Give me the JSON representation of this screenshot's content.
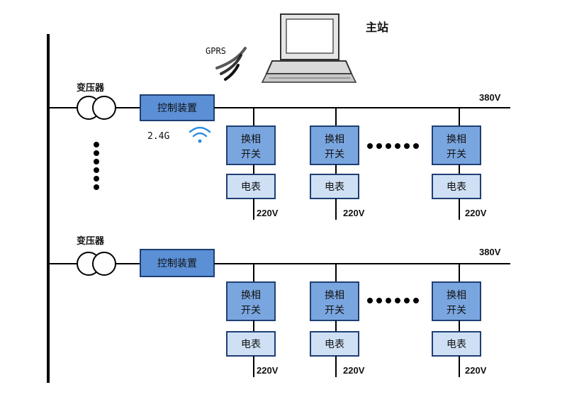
{
  "station": {
    "label": "主站"
  },
  "gprs": {
    "label": "GPRS"
  },
  "wifi": {
    "label": "2.4G"
  },
  "colors": {
    "control_fill": "#5b8fd6",
    "switch_fill": "#7aa6e0",
    "meter_fill": "#cfe0f5",
    "line": "#000000",
    "wifi_icon": "#2f8fe0"
  },
  "sections": [
    {
      "transformer_label": "变压器",
      "control_label": "控制装置",
      "bus_voltage": "380V",
      "units": [
        {
          "switch_line1": "换相",
          "switch_line2": "开关",
          "meter_label": "电表",
          "voltage": "220V"
        },
        {
          "switch_line1": "换相",
          "switch_line2": "开关",
          "meter_label": "电表",
          "voltage": "220V"
        },
        {
          "switch_line1": "换相",
          "switch_line2": "开关",
          "meter_label": "电表",
          "voltage": "220V"
        }
      ]
    },
    {
      "transformer_label": "变压器",
      "control_label": "控制装置",
      "bus_voltage": "380V",
      "units": [
        {
          "switch_line1": "换相",
          "switch_line2": "开关",
          "meter_label": "电表",
          "voltage": "220V"
        },
        {
          "switch_line1": "换相",
          "switch_line2": "开关",
          "meter_label": "电表",
          "voltage": "220V"
        },
        {
          "switch_line1": "换相",
          "switch_line2": "开关",
          "meter_label": "电表",
          "voltage": "220V"
        }
      ]
    }
  ]
}
